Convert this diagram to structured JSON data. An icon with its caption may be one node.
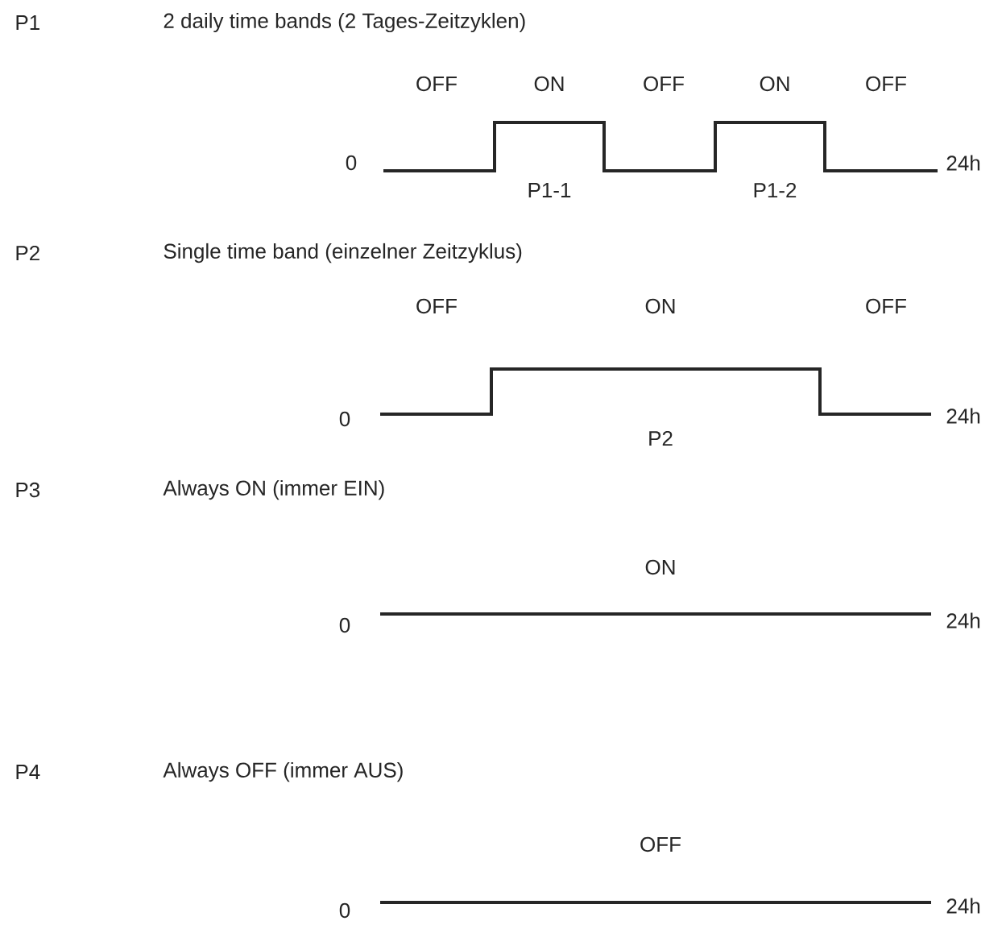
{
  "diagram": {
    "labels": [
      "P1",
      "2 daily time bands (2 Tages-Zeitzyklen)",
      "OFF",
      "ON",
      "OFF",
      "ON",
      "OFF",
      "0",
      "24h",
      "P1-1",
      "P1-2",
      "P2",
      "Single time band (einzelner Zeitzyklus)",
      "OFF",
      "ON",
      "OFF",
      "0",
      "24h",
      "P2",
      "P3",
      "Always ON (immer EIN)",
      "ON",
      "0",
      "24h",
      "P4",
      "Always OFF (immer AUS)",
      "OFF",
      "0",
      "24h"
    ]
  }
}
